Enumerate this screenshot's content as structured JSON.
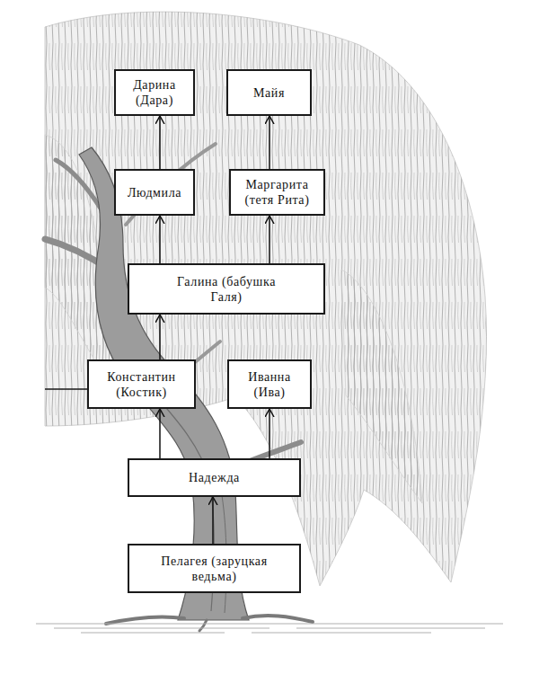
{
  "diagram": {
    "nodes": [
      {
        "text": [
          "Дарина (Дара)"
        ]
      },
      {
        "text": [
          "Майя"
        ]
      },
      {
        "text": [
          "Людмила"
        ]
      },
      {
        "text": [
          "Маргарита (тетя Рита)"
        ]
      },
      {
        "text": [
          "Галина (бабушка Галя)"
        ]
      },
      {
        "text": [
          "Константин (Костик)"
        ]
      },
      {
        "text": [
          "Иванна (Ива)"
        ]
      },
      {
        "text": [
          "Надежда"
        ]
      },
      {
        "text": [
          "Пелагея (заруцкая ведьма)"
        ]
      }
    ],
    "edges": [
      {
        "from": 8,
        "to": 7,
        "arrow": "to"
      },
      {
        "from": 7,
        "to": 5,
        "arrow": "to"
      },
      {
        "from": 7,
        "to": 6,
        "arrow": "to"
      },
      {
        "from": 5,
        "to": 4,
        "arrow": "to"
      },
      {
        "from": 4,
        "to": 2,
        "arrow": "to"
      },
      {
        "from": 4,
        "to": 3,
        "arrow": "to"
      },
      {
        "from": 2,
        "to": 0,
        "arrow": "to"
      },
      {
        "from": 3,
        "to": 1,
        "arrow": "to"
      }
    ]
  }
}
